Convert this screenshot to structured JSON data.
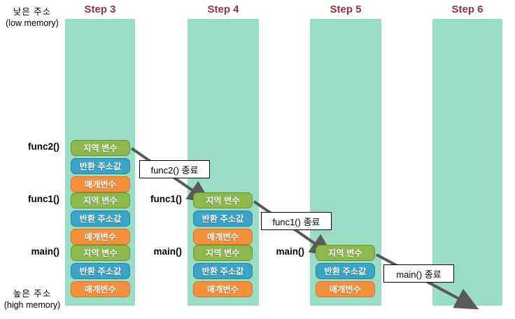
{
  "axis": {
    "low": {
      "ko": "낮은 주소",
      "en": "(low memory)"
    },
    "high": {
      "ko": "높은 주소",
      "en": "(high memory)"
    }
  },
  "steps": [
    {
      "title": "Step 3"
    },
    {
      "title": "Step 4"
    },
    {
      "title": "Step 5"
    },
    {
      "title": "Step 6"
    }
  ],
  "block_labels": {
    "local": "지역 변수",
    "ret": "반환 주소값",
    "param": "매개변수"
  },
  "frames": {
    "func2": "func2()",
    "func1": "func1()",
    "main": "main()"
  },
  "columns": [
    {
      "step": "Step 3",
      "frame_labels": [
        "func2()",
        "func1()",
        "main()"
      ],
      "blocks": [
        "지역 변수",
        "반환 주소값",
        "매개변수",
        "지역 변수",
        "반환 주소값",
        "매개변수",
        "지역 변수",
        "반환 주소값",
        "매개변수"
      ]
    },
    {
      "step": "Step 4",
      "frame_labels": [
        "func1()",
        "main()"
      ],
      "blocks": [
        "지역 변수",
        "반환 주소값",
        "매개변수",
        "지역 변수",
        "반환 주소값",
        "매개변수"
      ]
    },
    {
      "step": "Step 5",
      "frame_labels": [
        "main()"
      ],
      "blocks": [
        "지역 변수",
        "반환 주소값",
        "매개변수"
      ]
    },
    {
      "step": "Step 6",
      "frame_labels": [],
      "blocks": []
    }
  ],
  "callouts": [
    {
      "text": "func2() 종료"
    },
    {
      "text": "func1() 종료"
    },
    {
      "text": "main() 종료"
    }
  ],
  "colors": {
    "column": "#9BDCC4",
    "local": "#8CB84E",
    "ret": "#3BA3C6",
    "param": "#F4913E",
    "step_title": "#92333A",
    "arrow": "#595959"
  }
}
